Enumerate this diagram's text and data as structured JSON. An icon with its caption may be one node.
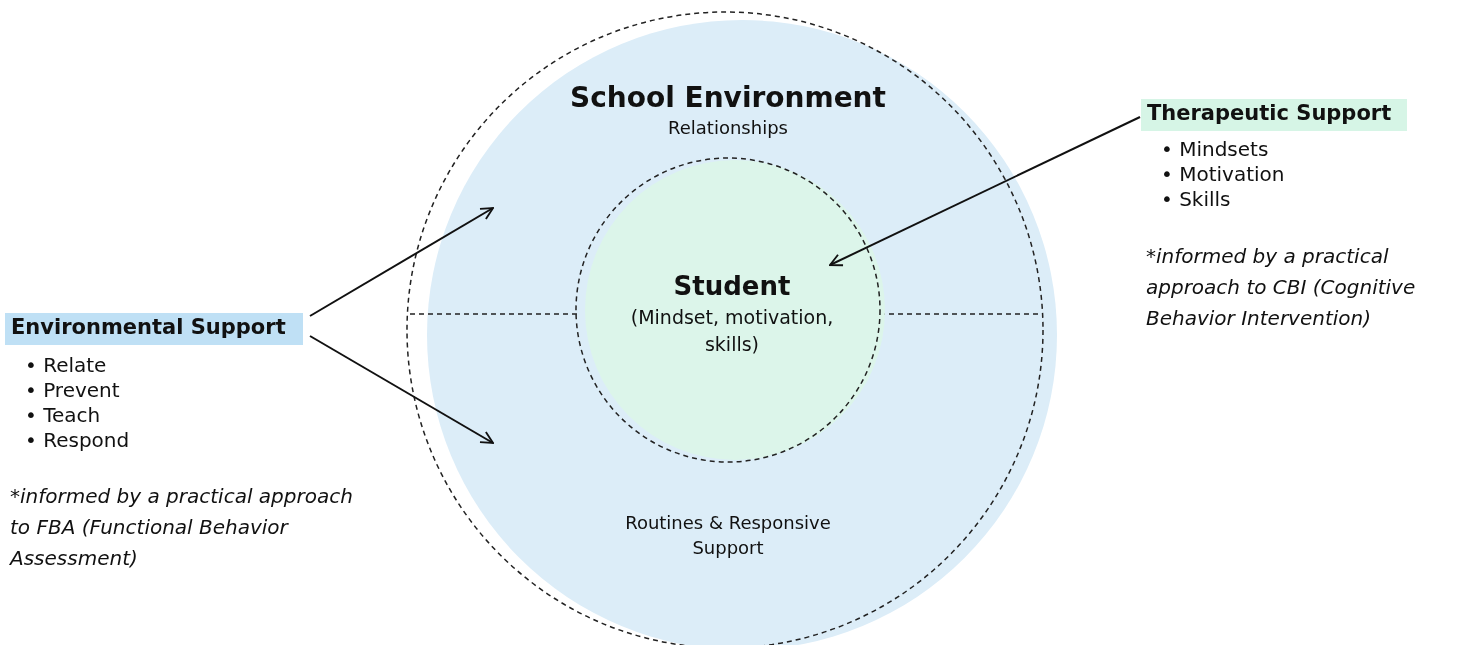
{
  "diagram": {
    "nodes": [
      {
        "text": [
          "School Environment",
          "Relationships",
          "Routines & Responsive Support"
        ]
      },
      {
        "text": [
          "Student",
          "(Mindset, motivation, skills)"
        ],
        "in": 0
      },
      {
        "text": [
          "Environmental Support"
        ],
        "beside": [
          "• Relate",
          "• Prevent",
          "• Teach",
          "• Respond",
          "*informed by a practical approach to FBA (Functional Behavior Assessment)"
        ]
      },
      {
        "text": [
          "Therapeutic Support"
        ],
        "beside": [
          "• Mindsets",
          "• Motivation",
          "• Skills",
          "*informed by a practical approach to CBI (Cognitive Behavior Intervention)"
        ]
      }
    ],
    "edges": [
      {
        "from": 2,
        "to": 0,
        "arrow": "to"
      },
      {
        "from": 2,
        "to": 0,
        "arrow": "to"
      },
      {
        "from": 3,
        "to": 1,
        "arrow": "to"
      }
    ]
  }
}
